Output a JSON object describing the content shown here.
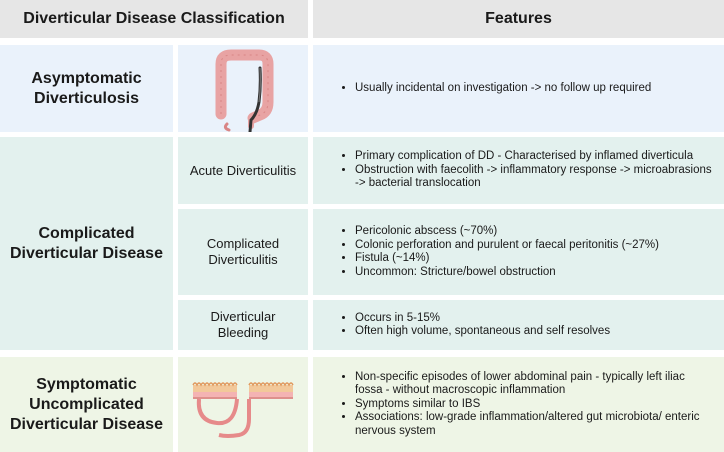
{
  "header": {
    "classification": "Diverticular Disease Classification",
    "features": "Features"
  },
  "rows": {
    "asymptomatic": {
      "title_line1": "Asymptomatic",
      "title_line2": "Diverticulosis",
      "features": [
        "Usually incidental on investigation -> no follow up required"
      ]
    },
    "complicated": {
      "title_line1": "Complicated",
      "title_line2": "Diverticular Disease",
      "acute": {
        "label": "Acute Diverticulitis",
        "features": [
          "Primary complication of DD - Characterised by inflamed diverticula",
          "Obstruction with faecolith  -> inflammatory response -> microabrasions -> bacterial translocation"
        ]
      },
      "compl": {
        "label_line1": "Complicated",
        "label_line2": "Diverticulitis",
        "features": [
          "Pericolonic abscess (~70%)",
          "Colonic perforation and purulent or faecal peritonitis (~27%)",
          "Fistula (~14%)",
          "Uncommon: Stricture/bowel obstruction"
        ]
      },
      "bleeding": {
        "label_line1": "Diverticular",
        "label_line2": "Bleeding",
        "features": [
          "Occurs in 5-15%",
          "Often high volume, spontaneous and self resolves"
        ]
      }
    },
    "symptomatic": {
      "title_line1": "Symptomatic",
      "title_line2": "Uncomplicated",
      "title_line3": "Diverticular Disease",
      "features": [
        "Non-specific episodes of lower abdominal pain - typically left iliac fossa - without macroscopic inflammation",
        "Symptoms similar to IBS",
        "Associations: low-grade inflammation/altered gut microbiota/ enteric nervous system"
      ]
    }
  },
  "icons": {
    "colon": "colon-icon",
    "diverticulum": "diverticulum-icon"
  },
  "colors": {
    "header": "#e6e6e6",
    "blue": "#eaf2fb",
    "teal": "#e3f1ee",
    "green": "#eef5e6"
  }
}
